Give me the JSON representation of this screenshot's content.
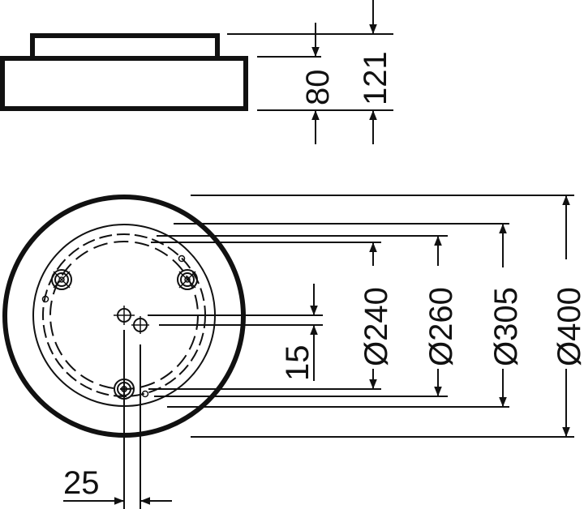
{
  "drawing": {
    "stroke_color": "#111111",
    "background": "#ffffff",
    "side_view": {
      "height_body_label": "80",
      "height_total_label": "121"
    },
    "top_view": {
      "diameters": [
        {
          "label": "Ø240"
        },
        {
          "label": "Ø260"
        },
        {
          "label": "Ø305"
        },
        {
          "label": "Ø400"
        }
      ],
      "offset_vertical_label": "15",
      "offset_horizontal_label": "25"
    }
  }
}
